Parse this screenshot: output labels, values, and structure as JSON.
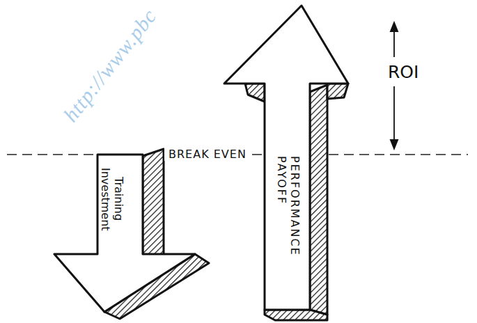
{
  "diagram": {
    "nodes": [
      {
        "text": [
          "Training Investment"
        ]
      },
      {
        "text": [
          "PERFORMANCE PAYOFF"
        ]
      }
    ],
    "labels": [
      "BREAK EVEN",
      "ROI",
      "http://www.pbc"
    ]
  }
}
